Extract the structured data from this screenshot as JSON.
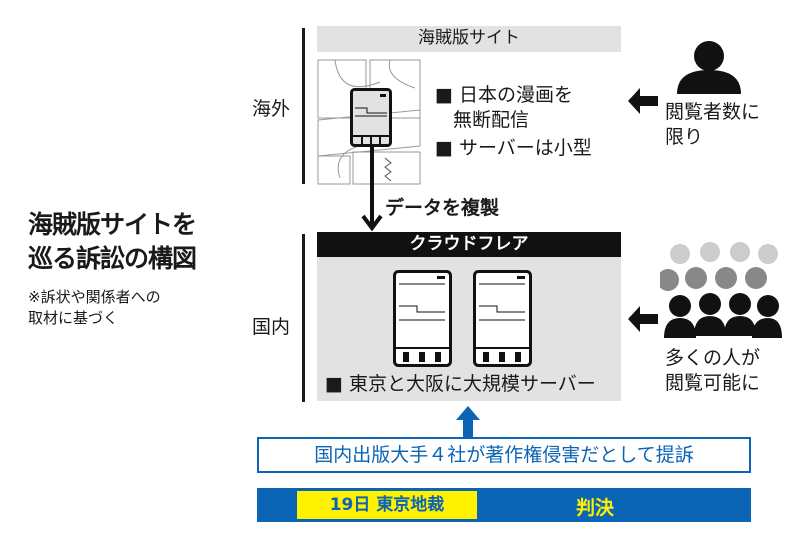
{
  "title": {
    "line1": "海賊版サイトを",
    "line2": "巡る訴訟の構図"
  },
  "note": {
    "line1": "※訴状や関係者への",
    "line2": "取材に基づく"
  },
  "regions": {
    "overseas": "海外",
    "domestic": "国内"
  },
  "pirate_site": {
    "label": "海賊版サイト",
    "bullet1_line1": "■ 日本の漫画を",
    "bullet1_line2": "無断配信",
    "bullet2": "■ サーバーは小型"
  },
  "copy_label": "データを複製",
  "cloudflare": {
    "label": "クラウドフレア",
    "bullet": "■ 東京と大阪に大規模サーバー"
  },
  "viewers": {
    "few_line1": "閲覧者数に",
    "few_line2": "限り",
    "many_line1": "多くの人が",
    "many_line2": "閲覧可能に"
  },
  "lawsuit": "国内出版大手４社が著作権侵害だとして提訴",
  "verdict": {
    "date_court": "19日 東京地裁",
    "label": "判決"
  },
  "colors": {
    "blue": "#0b64b4",
    "yellow": "#fff200",
    "gray": "#e2e2e2"
  }
}
